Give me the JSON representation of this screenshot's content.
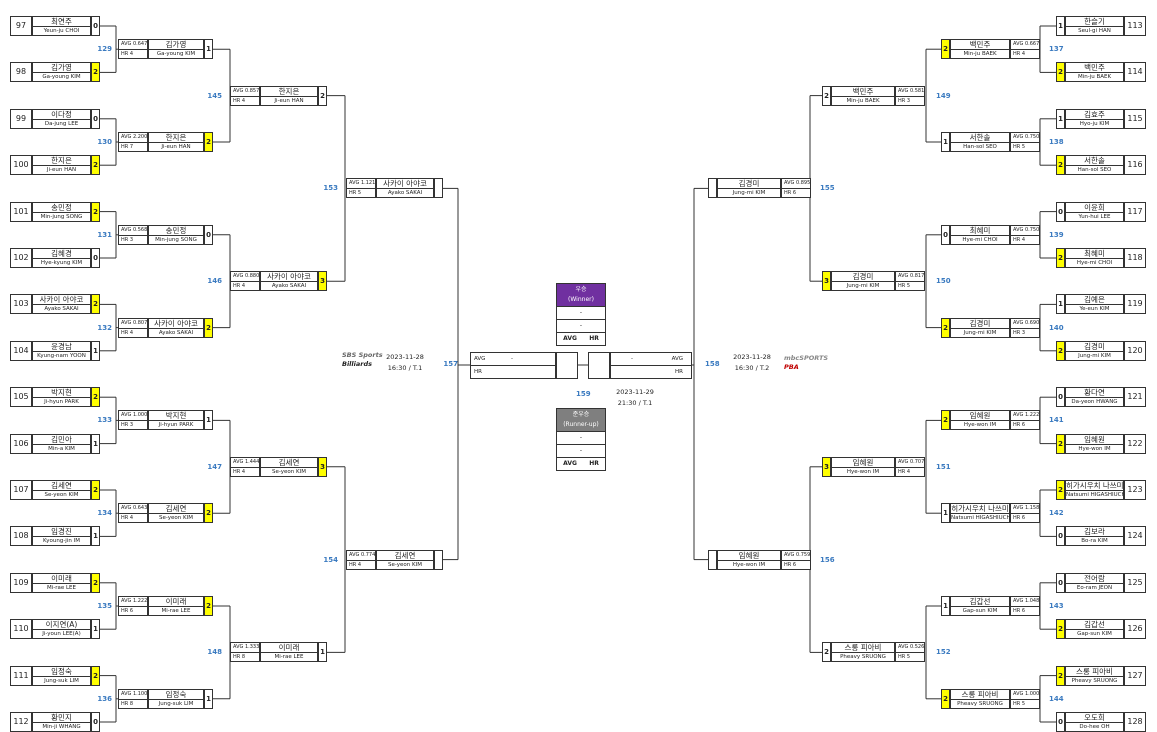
{
  "left": {
    "r1": [
      {
        "seed": "97",
        "kr": "최연주",
        "en": "Yeun-ju CHOI",
        "score": "0",
        "win": false
      },
      {
        "seed": "98",
        "kr": "김가영",
        "en": "Ga-young KIM",
        "score": "2",
        "win": true
      },
      {
        "seed": "99",
        "kr": "이다정",
        "en": "Da-jung LEE",
        "score": "0",
        "win": false
      },
      {
        "seed": "100",
        "kr": "한지은",
        "en": "Ji-eun HAN",
        "score": "2",
        "win": true
      },
      {
        "seed": "101",
        "kr": "송민정",
        "en": "Min-jung SONG",
        "score": "2",
        "win": true
      },
      {
        "seed": "102",
        "kr": "김혜경",
        "en": "Hye-kyung KIM",
        "score": "0",
        "win": false
      },
      {
        "seed": "103",
        "kr": "사카이 아야코",
        "en": "Ayako SAKAI",
        "score": "2",
        "win": true
      },
      {
        "seed": "104",
        "kr": "윤경남",
        "en": "Kyung-nam YOON",
        "score": "1",
        "win": false
      },
      {
        "seed": "105",
        "kr": "박지현",
        "en": "Ji-hyun PARK",
        "score": "2",
        "win": true
      },
      {
        "seed": "106",
        "kr": "김민아",
        "en": "Min-a KIM",
        "score": "1",
        "win": false
      },
      {
        "seed": "107",
        "kr": "김세연",
        "en": "Se-yeon KIM",
        "score": "2",
        "win": true
      },
      {
        "seed": "108",
        "kr": "임경진",
        "en": "Kyoung-jin IM",
        "score": "1",
        "win": false
      },
      {
        "seed": "109",
        "kr": "이미래",
        "en": "Mi-rae LEE",
        "score": "2",
        "win": true
      },
      {
        "seed": "110",
        "kr": "이지연(A)",
        "en": "Ji-youn LEE(A)",
        "score": "1",
        "win": false
      },
      {
        "seed": "111",
        "kr": "임정숙",
        "en": "Jung-suk LIM",
        "score": "2",
        "win": true
      },
      {
        "seed": "112",
        "kr": "황민지",
        "en": "Min-ji WHANG",
        "score": "0",
        "win": false
      }
    ],
    "r2": [
      {
        "no": "129",
        "avg": "AVG 0.647",
        "hr": "HR 4",
        "kr": "김가영",
        "en": "Ga-young KIM",
        "score": "1",
        "win": false
      },
      {
        "no": "130",
        "avg": "AVG 2.200",
        "hr": "HR 7",
        "kr": "한지은",
        "en": "Ji-eun HAN",
        "score": "2",
        "win": true
      },
      {
        "no": "131",
        "avg": "AVG 0.568",
        "hr": "HR 3",
        "kr": "송민정",
        "en": "Min-jung SONG",
        "score": "0",
        "win": false
      },
      {
        "no": "132",
        "avg": "AVG 0.807",
        "hr": "HR 4",
        "kr": "사카이 아야코",
        "en": "Ayako SAKAI",
        "score": "2",
        "win": true
      },
      {
        "no": "133",
        "avg": "AVG 1.000",
        "hr": "HR 3",
        "kr": "박지현",
        "en": "Ji-hyun PARK",
        "score": "1",
        "win": false
      },
      {
        "no": "134",
        "avg": "AVG 0.643",
        "hr": "HR 4",
        "kr": "김세연",
        "en": "Se-yeon KIM",
        "score": "2",
        "win": true
      },
      {
        "no": "135",
        "avg": "AVG 1.222",
        "hr": "HR 6",
        "kr": "이미래",
        "en": "Mi-rae LEE",
        "score": "2",
        "win": true
      },
      {
        "no": "136",
        "avg": "AVG 1.100",
        "hr": "HR 8",
        "kr": "임정숙",
        "en": "Jung-suk LIM",
        "score": "1",
        "win": false
      }
    ],
    "r3": [
      {
        "no": "145",
        "avg": "AVG 0.857",
        "hr": "HR 4",
        "kr": "한지은",
        "en": "Ji-eun HAN",
        "score": "2",
        "win": false
      },
      {
        "no": "146",
        "avg": "AVG 0.880",
        "hr": "HR 4",
        "kr": "사카이 아야코",
        "en": "Ayako SAKAI",
        "score": "3",
        "win": true
      },
      {
        "no": "147",
        "avg": "AVG 1.444",
        "hr": "HR 4",
        "kr": "김세연",
        "en": "Se-yeon KIM",
        "score": "3",
        "win": true
      },
      {
        "no": "148",
        "avg": "AVG 1.333",
        "hr": "HR 8",
        "kr": "이미래",
        "en": "Mi-rae LEE",
        "score": "1",
        "win": false
      }
    ],
    "r4": [
      {
        "no": "153",
        "avg": "AVG 1.121",
        "hr": "HR 5",
        "kr": "사카이 아야코",
        "en": "Ayako SAKAI",
        "score": "",
        "win": false
      },
      {
        "no": "154",
        "avg": "AVG 0.774",
        "hr": "HR 4",
        "kr": "김세연",
        "en": "Se-yeon KIM",
        "score": "",
        "win": false
      }
    ]
  },
  "right": {
    "r1": [
      {
        "seed": "113",
        "kr": "한슬기",
        "en": "Seul-gi HAN",
        "score": "1",
        "win": false
      },
      {
        "seed": "114",
        "kr": "백민주",
        "en": "Min-ju BAEK",
        "score": "2",
        "win": true
      },
      {
        "seed": "115",
        "kr": "김효주",
        "en": "Hyo-ju KIM",
        "score": "1",
        "win": false
      },
      {
        "seed": "116",
        "kr": "서한솔",
        "en": "Han-sol SEO",
        "score": "2",
        "win": true
      },
      {
        "seed": "117",
        "kr": "이윤희",
        "en": "Yun-hui LEE",
        "score": "0",
        "win": false
      },
      {
        "seed": "118",
        "kr": "최혜미",
        "en": "Hye-mi CHOI",
        "score": "2",
        "win": true
      },
      {
        "seed": "119",
        "kr": "김예은",
        "en": "Ye-eun KIM",
        "score": "1",
        "win": false
      },
      {
        "seed": "120",
        "kr": "김경미",
        "en": "Jung-mi KIM",
        "score": "2",
        "win": true
      },
      {
        "seed": "121",
        "kr": "황다연",
        "en": "Da-yeon HWANG",
        "score": "0",
        "win": false
      },
      {
        "seed": "122",
        "kr": "임혜원",
        "en": "Hye-won IM",
        "score": "2",
        "win": true
      },
      {
        "seed": "123",
        "kr": "히가시우치 나쓰미",
        "en": "Natsumi HIGASHIUCHI",
        "score": "2",
        "win": true
      },
      {
        "seed": "124",
        "kr": "김보라",
        "en": "Bo-ra KIM",
        "score": "0",
        "win": false
      },
      {
        "seed": "125",
        "kr": "전어람",
        "en": "Eo-ram JEON",
        "score": "0",
        "win": false
      },
      {
        "seed": "126",
        "kr": "김갑선",
        "en": "Gap-sun KIM",
        "score": "2",
        "win": true
      },
      {
        "seed": "127",
        "kr": "스롱 피아비",
        "en": "Pheavy SRUONG",
        "score": "2",
        "win": true
      },
      {
        "seed": "128",
        "kr": "오도희",
        "en": "Do-hee OH",
        "score": "0",
        "win": false
      }
    ],
    "r2": [
      {
        "no": "137",
        "avg": "AVG 0.667",
        "hr": "HR 4",
        "kr": "백민주",
        "en": "Min-ju BAEK",
        "score": "2",
        "win": true
      },
      {
        "no": "138",
        "avg": "AVG 0.750",
        "hr": "HR 5",
        "kr": "서한솔",
        "en": "Han-sol SEO",
        "score": "1",
        "win": false
      },
      {
        "no": "139",
        "avg": "AVG 0.750",
        "hr": "HR 4",
        "kr": "최혜미",
        "en": "Hye-mi CHOI",
        "score": "0",
        "win": false
      },
      {
        "no": "140",
        "avg": "AVG 0.690",
        "hr": "HR 3",
        "kr": "김경미",
        "en": "Jung-mi KIM",
        "score": "2",
        "win": true
      },
      {
        "no": "141",
        "avg": "AVG 1.222",
        "hr": "HR 6",
        "kr": "임혜원",
        "en": "Hye-won IM",
        "score": "2",
        "win": true
      },
      {
        "no": "142",
        "avg": "AVG 1.158",
        "hr": "HR 6",
        "kr": "히가시우치 나쓰미",
        "en": "Natsumi HIGASHIUCHI",
        "score": "1",
        "win": false
      },
      {
        "no": "143",
        "avg": "AVG 1.048",
        "hr": "HR 6",
        "kr": "김갑선",
        "en": "Gap-sun KIM",
        "score": "1",
        "win": false
      },
      {
        "no": "144",
        "avg": "AVG 1.000",
        "hr": "HR 5",
        "kr": "스롱 피아비",
        "en": "Pheavy SRUONG",
        "score": "2",
        "win": true
      }
    ],
    "r3": [
      {
        "no": "149",
        "avg": "AVG 0.581",
        "hr": "HR 3",
        "kr": "백민주",
        "en": "Min-ju BAEK",
        "score": "2",
        "win": false
      },
      {
        "no": "150",
        "avg": "AVG 0.817",
        "hr": "HR 5",
        "kr": "김경미",
        "en": "Jung-mi KIM",
        "score": "3",
        "win": true
      },
      {
        "no": "151",
        "avg": "AVG 0.707",
        "hr": "HR 4",
        "kr": "임혜원",
        "en": "Hye-won IM",
        "score": "3",
        "win": true
      },
      {
        "no": "152",
        "avg": "AVG 0.526",
        "hr": "HR 5",
        "kr": "스롱 피아비",
        "en": "Pheavy SRUONG",
        "score": "2",
        "win": false
      }
    ],
    "r4": [
      {
        "no": "155",
        "avg": "AVG 0.895",
        "hr": "HR 6",
        "kr": "김경미",
        "en": "Jung-mi KIM",
        "score": "",
        "win": false
      },
      {
        "no": "156",
        "avg": "AVG 0.759",
        "hr": "HR 6",
        "kr": "임혜원",
        "en": "Hye-won IM",
        "score": "",
        "win": false
      }
    ]
  },
  "final": {
    "no_left": "157",
    "no_right": "158",
    "left_avg": "AVG",
    "left_hr": "HR",
    "right_avg": "AVG",
    "right_hr": "HR",
    "dash": "-",
    "date_left": "2023-11-28",
    "time_left": "16:30 / T.1",
    "date_right": "2023-11-28",
    "time_right": "16:30 / T.2",
    "final_no": "159",
    "final_date": "2023-11-29",
    "final_time": "21:30 / T.1"
  },
  "winner": {
    "title": "우승",
    "sub": "(Winner)",
    "line1": "-",
    "line2": "-",
    "avg": "AVG",
    "hr": "HR"
  },
  "runner": {
    "title": "준우승",
    "sub": "(Runner-up)",
    "line1": "-",
    "line2": "-",
    "avg": "AVG",
    "hr": "HR"
  },
  "logos": {
    "sbs1": "SBS Sports",
    "sbs2": "Billiards",
    "mbc": "mbcSPORTS",
    "pba": "PBA"
  },
  "colors": {
    "win": "#ffff00",
    "winner_bg": "#7030a0",
    "runner_bg": "#7f7f7f",
    "match_no": "#3a7ac0",
    "wire": "#333333",
    "accent": "#c00000"
  }
}
